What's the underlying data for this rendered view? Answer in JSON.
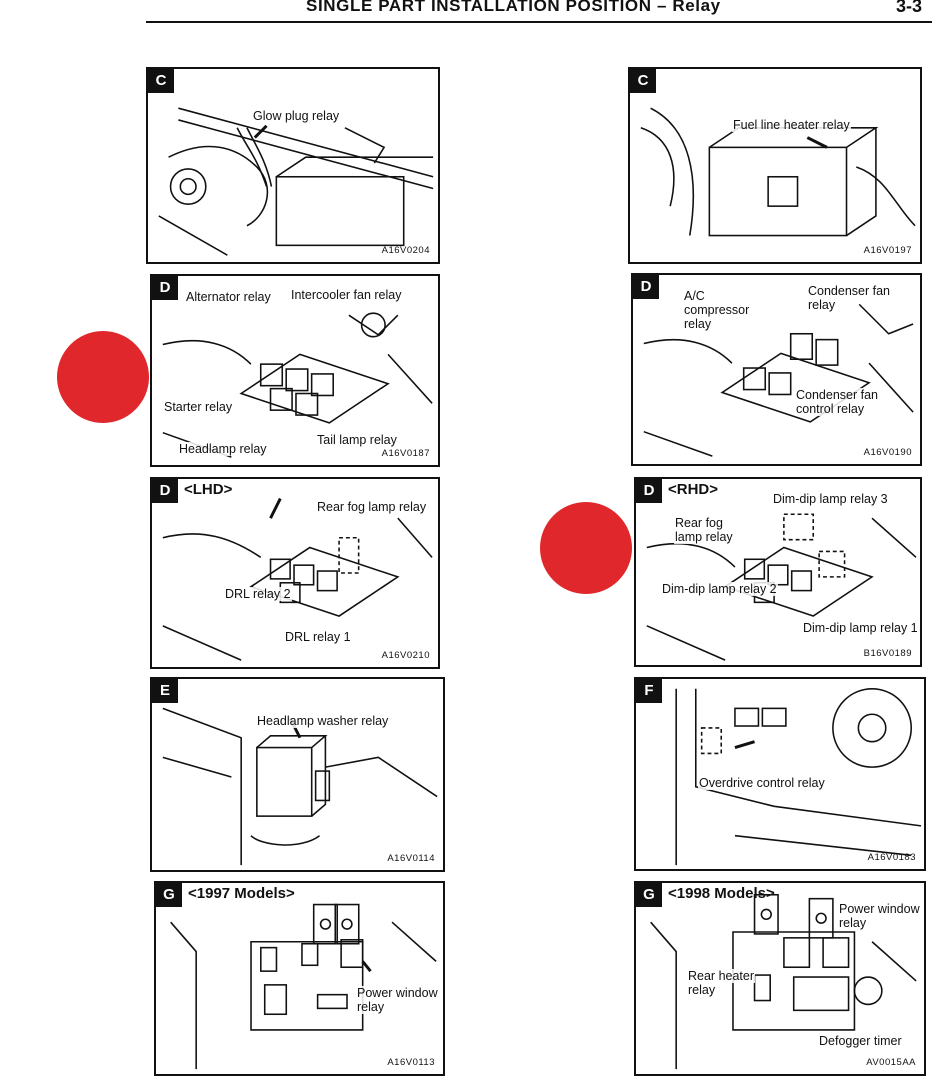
{
  "header": {
    "title": "SINGLE PART INSTALLATION POSITION – Relay",
    "page": "3-3"
  },
  "panels": [
    {
      "badge": "C",
      "variant": "",
      "code": "A16V0204",
      "labels": [
        "Glow plug relay"
      ]
    },
    {
      "badge": "C",
      "variant": "",
      "code": "A16V0197",
      "labels": [
        "Fuel line heater relay"
      ]
    },
    {
      "badge": "D",
      "variant": "",
      "code": "A16V0187",
      "labels": [
        "Alternator relay",
        "Intercooler fan relay",
        "Starter relay",
        "Headlamp relay",
        "Tail lamp relay"
      ]
    },
    {
      "badge": "D",
      "variant": "",
      "code": "A16V0190",
      "labels": [
        "A/C",
        "compressor",
        "relay",
        "Condenser fan",
        "relay",
        "Condenser fan",
        "control relay"
      ]
    },
    {
      "badge": "D",
      "variant": "<LHD>",
      "code": "A16V0210",
      "labels": [
        "Rear fog lamp relay",
        "DRL relay 2",
        "DRL relay 1"
      ]
    },
    {
      "badge": "D",
      "variant": "<RHD>",
      "code": "B16V0189",
      "labels": [
        "Dim-dip lamp relay 3",
        "Rear fog",
        "lamp relay",
        "Dim-dip lamp relay 2",
        "Dim-dip lamp relay 1"
      ]
    },
    {
      "badge": "E",
      "variant": "",
      "code": "A16V0114",
      "labels": [
        "Headlamp washer relay"
      ]
    },
    {
      "badge": "F",
      "variant": "",
      "code": "A16V0183",
      "labels": [
        "Overdrive control relay"
      ]
    },
    {
      "badge": "G",
      "variant": "<1997 Models>",
      "code": "A16V0113",
      "labels": [
        "Power window",
        "relay"
      ]
    },
    {
      "badge": "G",
      "variant": "<1998 Models>",
      "code": "AV0015AA",
      "labels": [
        "Power window",
        "relay",
        "Rear heater",
        "relay",
        "Defogger timer"
      ]
    }
  ],
  "colors": {
    "ink": "#111111",
    "marker": "#e0282c",
    "paper": "#ffffff"
  }
}
